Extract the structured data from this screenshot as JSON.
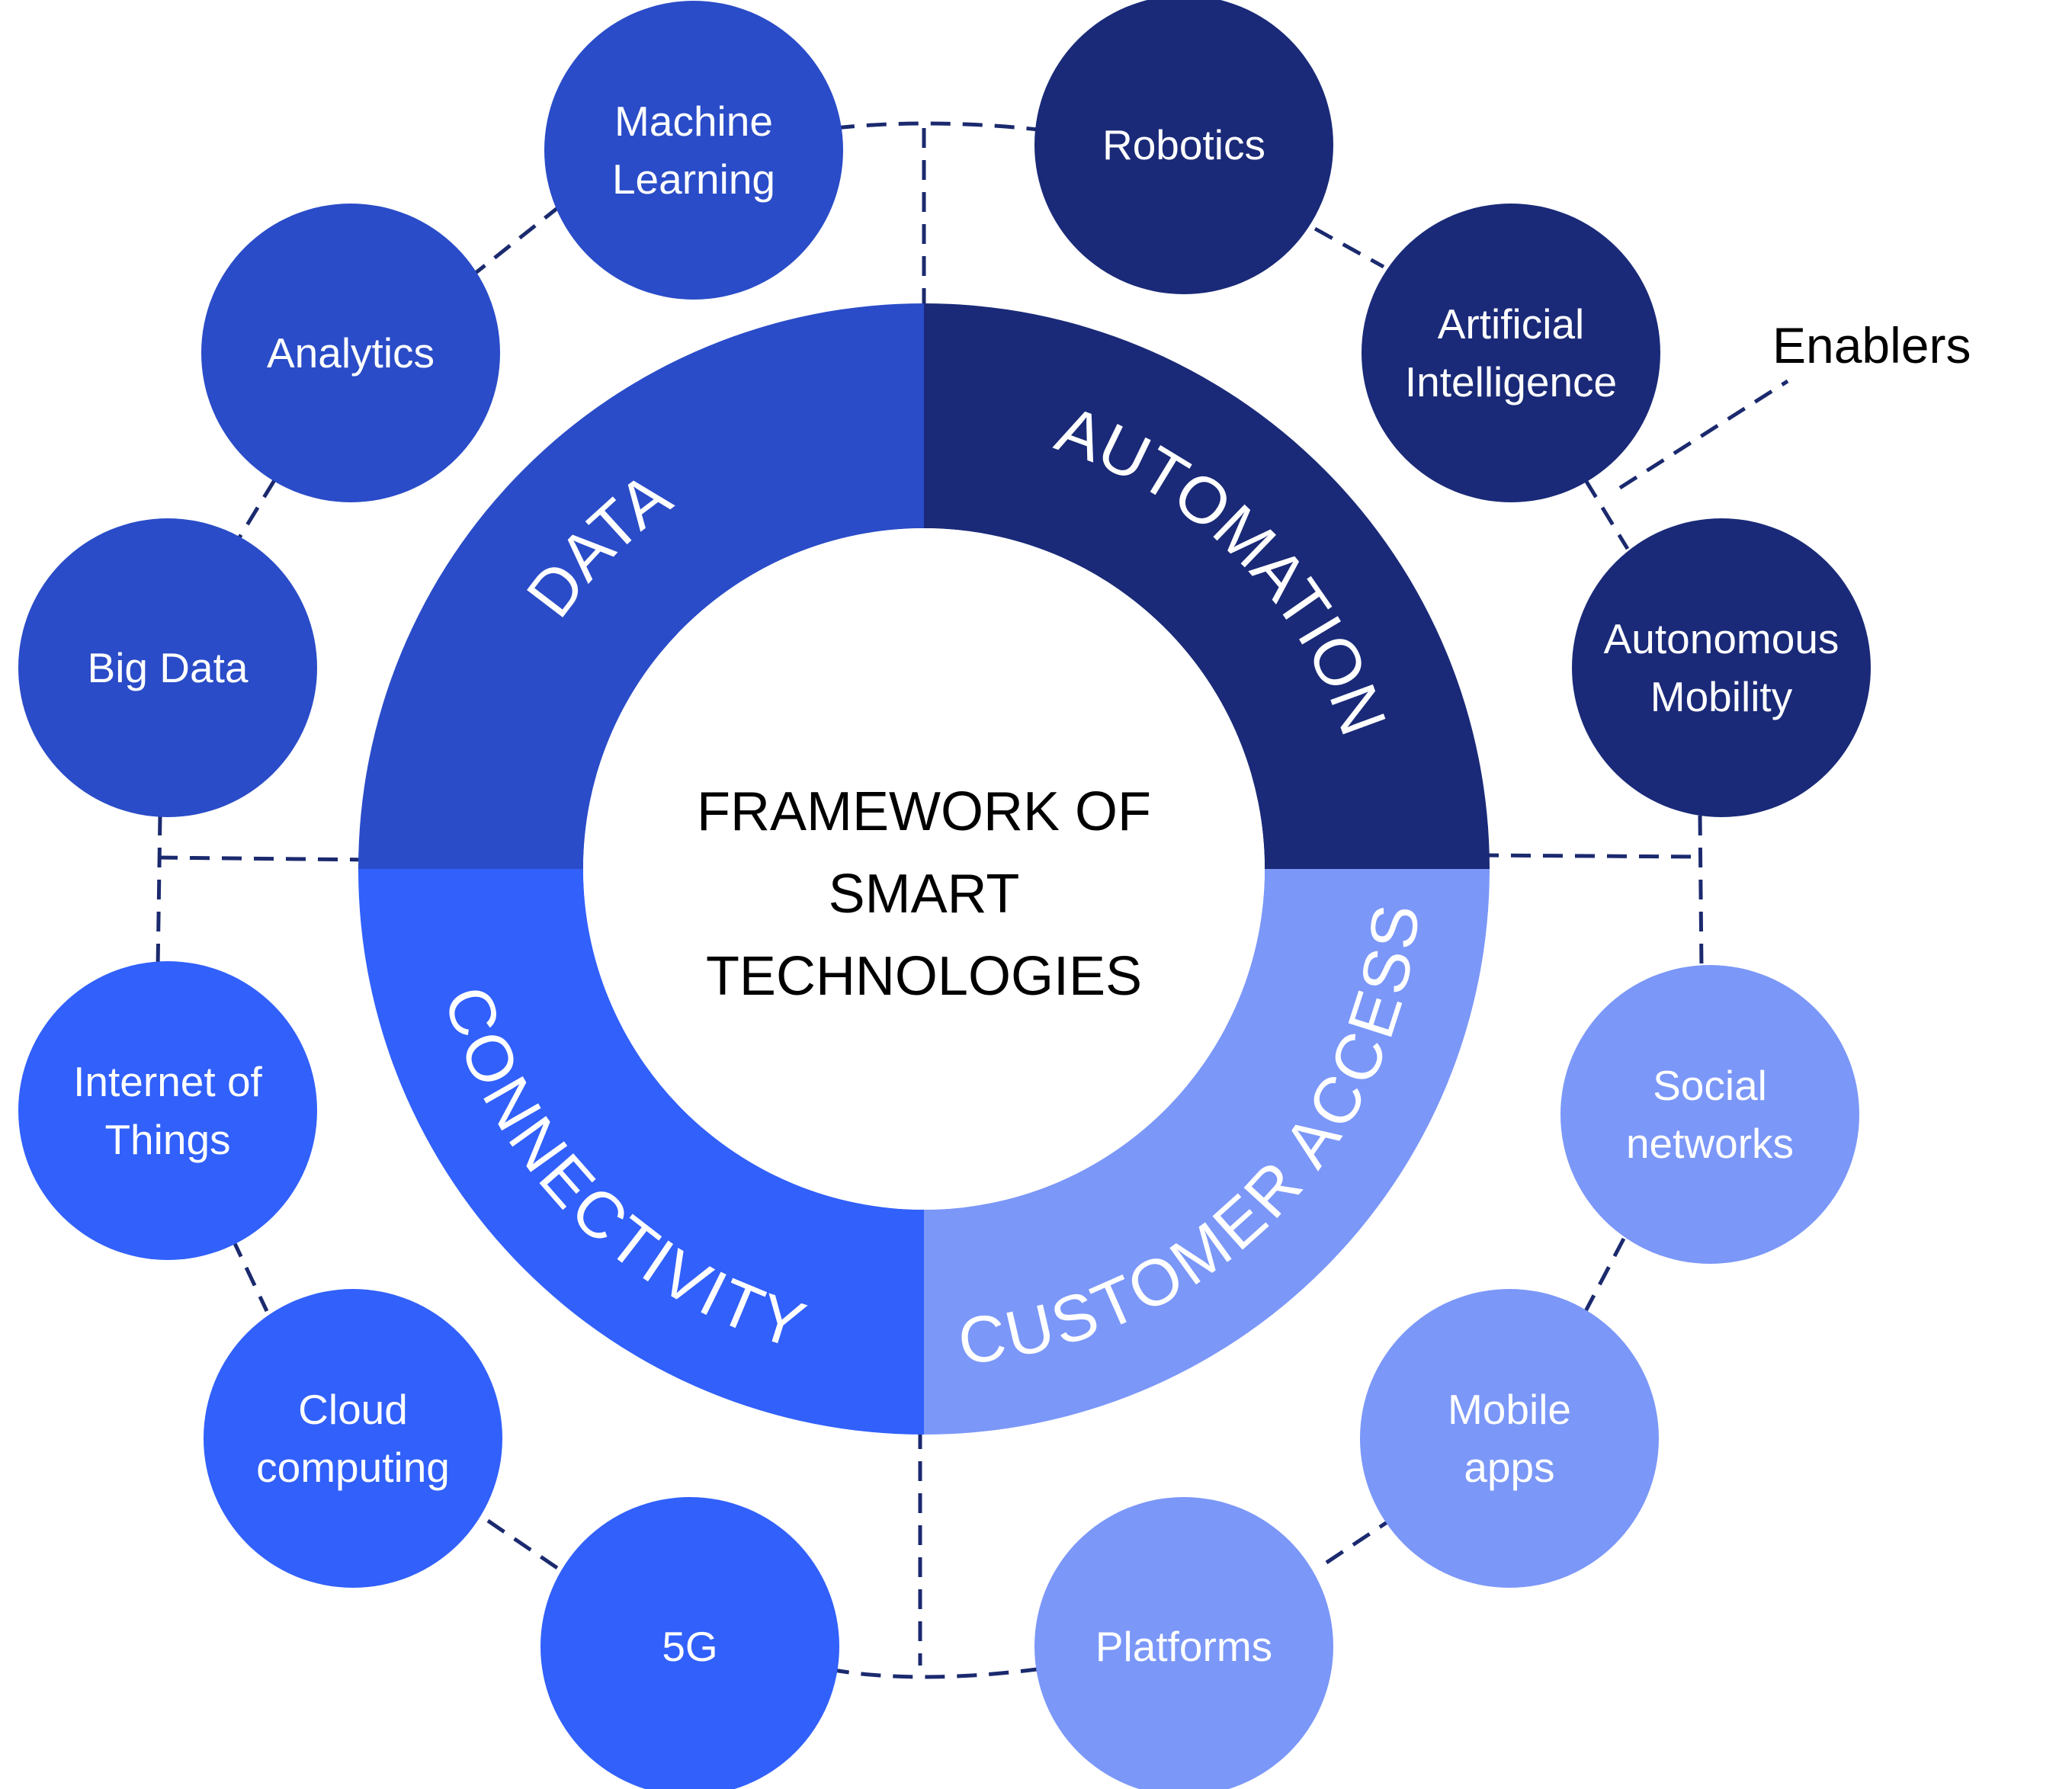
{
  "center": {
    "lines": [
      "FRAMEWORK OF",
      "SMART",
      "TECHNOLOGIES"
    ]
  },
  "segments": [
    {
      "id": "data",
      "label": "DATA",
      "color": "#2a4cc8"
    },
    {
      "id": "automation",
      "label": "AUTOMATION",
      "color": "#1a2a78"
    },
    {
      "id": "customer-access",
      "label": "CUSTOMER ACCESS",
      "color": "#7b97f8"
    },
    {
      "id": "connectivity",
      "label": "CONNECTIVITY",
      "color": "#3160fb"
    }
  ],
  "nodes": [
    {
      "id": "machine-learning",
      "lines": [
        "Machine",
        "Learning"
      ],
      "color": "#2a4cc8"
    },
    {
      "id": "analytics",
      "lines": [
        "Analytics"
      ],
      "color": "#2a4cc8"
    },
    {
      "id": "big-data",
      "lines": [
        "Big Data"
      ],
      "color": "#2a4cc8"
    },
    {
      "id": "robotics",
      "lines": [
        "Robotics"
      ],
      "color": "#1a2a78"
    },
    {
      "id": "artificial-intelligence",
      "lines": [
        "Artificial",
        "Intelligence"
      ],
      "color": "#1a2a78"
    },
    {
      "id": "autonomous-mobility",
      "lines": [
        "Autonomous",
        "Mobility"
      ],
      "color": "#1a2a78"
    },
    {
      "id": "social-networks",
      "lines": [
        "Social",
        "networks"
      ],
      "color": "#7b97f8"
    },
    {
      "id": "mobile-apps",
      "lines": [
        "Mobile",
        "apps"
      ],
      "color": "#7b97f8"
    },
    {
      "id": "platforms",
      "lines": [
        "Platforms"
      ],
      "color": "#7b97f8"
    },
    {
      "id": "internet-of-things",
      "lines": [
        "Internet of",
        "Things"
      ],
      "color": "#3160fb"
    },
    {
      "id": "cloud-computing",
      "lines": [
        "Cloud",
        "computing"
      ],
      "color": "#3160fb"
    },
    {
      "id": "5g",
      "lines": [
        "5G"
      ],
      "color": "#3160fb"
    }
  ],
  "annotation": {
    "label": "Enablers"
  },
  "colors": {
    "connector": "#1b2a6e",
    "background": "#ffffff"
  }
}
